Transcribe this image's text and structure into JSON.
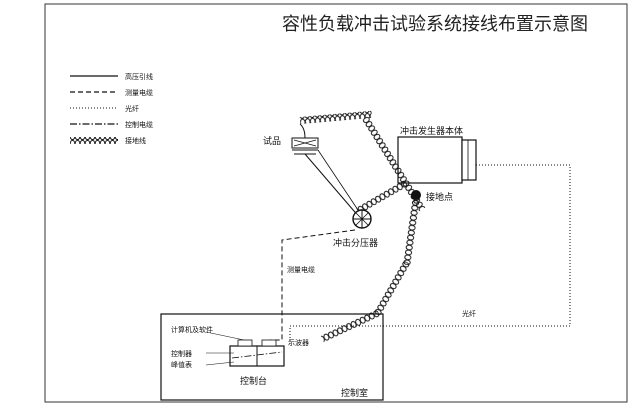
{
  "title": "容性负载冲击试验系统接线布置示意图",
  "legend": [
    {
      "key": "hv",
      "label": "高压引线",
      "style": "solid"
    },
    {
      "key": "meas",
      "label": "测量电缆",
      "style": "dashed"
    },
    {
      "key": "fiber",
      "label": "光纤",
      "style": "dotted"
    },
    {
      "key": "ctrl",
      "label": "控制电缆",
      "style": "dashdot"
    },
    {
      "key": "ground",
      "label": "接地线",
      "style": "coil"
    }
  ],
  "labels": {
    "specimen": "试品",
    "generator": "冲击发生器本体",
    "ground_point": "接地点",
    "divider": "冲击分压器",
    "meas_cable": "测量电缆",
    "fiber": "光纤",
    "computer": "计算机及软件",
    "recorder": "示波器",
    "controller": "控制器",
    "peak_meter": "峰值表",
    "console": "控制台",
    "control_room": "控制室"
  }
}
